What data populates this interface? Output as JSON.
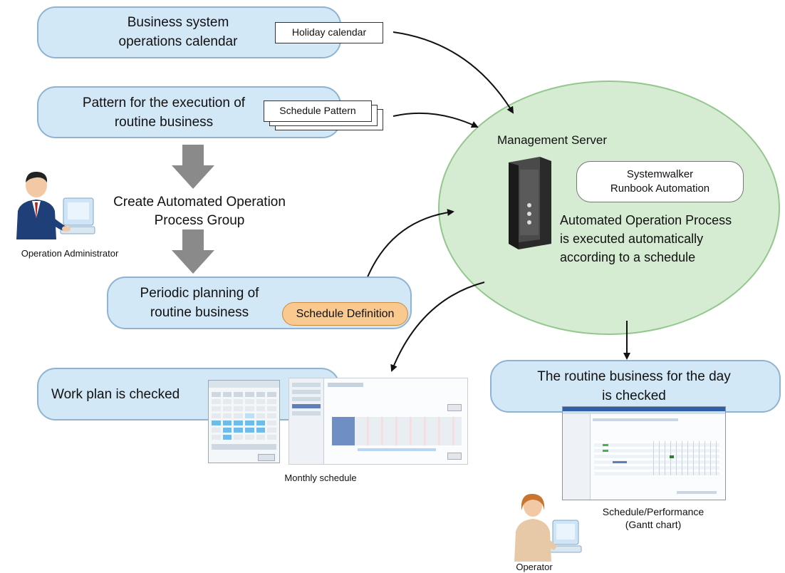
{
  "boxes": {
    "calendar": [
      "Business system",
      "operations calendar"
    ],
    "pattern": [
      "Pattern for the execution of",
      "routine business"
    ],
    "periodic": [
      "Periodic planning of",
      "routine business"
    ],
    "workplan": "Work plan is checked",
    "routine_day": [
      "The routine business for the day",
      "is checked"
    ]
  },
  "tags": {
    "holiday": "Holiday calendar",
    "schedule_pattern": "Schedule Pattern",
    "schedule_definition": "Schedule Definition"
  },
  "create_group": [
    "Create Automated Operation",
    "Process Group"
  ],
  "server": {
    "title": "Management Server",
    "product": [
      "Systemwalker",
      "Runbook Automation"
    ],
    "process": [
      "Automated Operation Process",
      "is executed automatically",
      "according to a schedule"
    ]
  },
  "people": {
    "admin": "Operation Administrator",
    "operator": "Operator"
  },
  "captions": {
    "monthly": "Monthly schedule",
    "gantt": [
      "Schedule/Performance",
      "(Gantt chart)"
    ]
  },
  "colors": {
    "box_fill": "#d3e8f6",
    "ellipse_fill": "#d5ecd2",
    "definition_tag": "#f9c98f",
    "down_arrow": "#8a8a8a"
  },
  "icons": [
    "server-icon",
    "administrator-person-icon",
    "operator-person-icon"
  ]
}
